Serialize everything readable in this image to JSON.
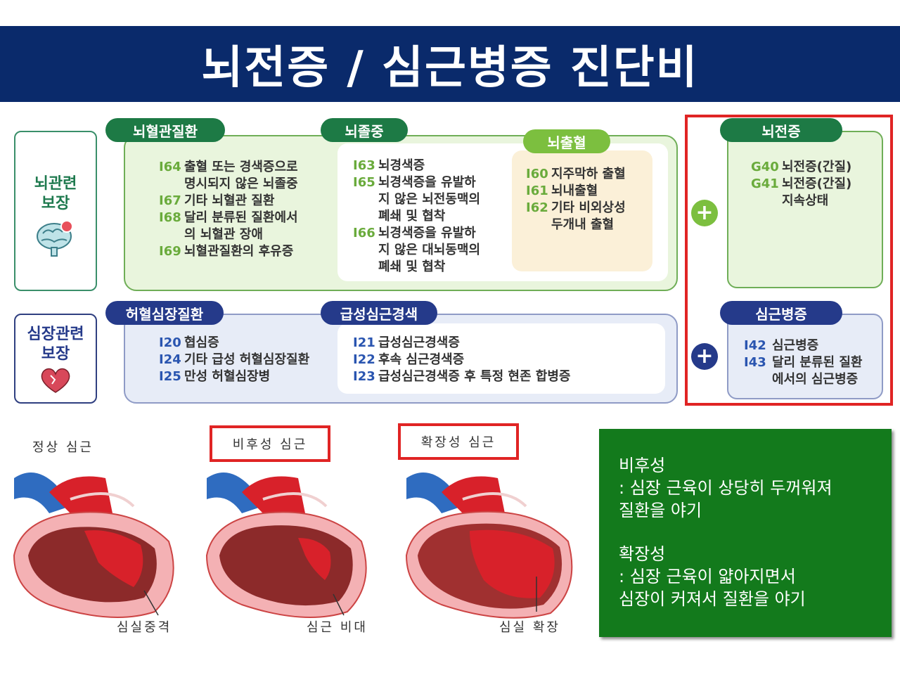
{
  "title": "뇌전증 / 심근병증 진단비",
  "brain_label": "뇌관련\n보장",
  "heart_label": "심장관련\n보장",
  "tabs": {
    "cerebrovascular": "뇌혈관질환",
    "stroke": "뇌졸중",
    "hemorrhage": "뇌출혈",
    "ischemic": "허혈심장질환",
    "acute_mi": "급성심근경색",
    "epilepsy": "뇌전증",
    "cardiomyopathy": "심근병증"
  },
  "cerebrovascular_items": [
    {
      "code": "I64",
      "text": "출혈 또는 경색증으로\n명시되지 않은 뇌졸중"
    },
    {
      "code": "I67",
      "text": "기타 뇌혈관 질환"
    },
    {
      "code": "I68",
      "text": "달리 분류된 질환에서\n의 뇌혈관 장애"
    },
    {
      "code": "I69",
      "text": "뇌혈관질환의 후유증"
    }
  ],
  "stroke_items": [
    {
      "code": "I63",
      "text": "뇌경색증"
    },
    {
      "code": "I65",
      "text": "뇌경색증을 유발하\n지 않은 뇌전동맥의\n폐쇄 및 협착"
    },
    {
      "code": "I66",
      "text": "뇌경색증을 유발하\n지 않은 대뇌동맥의\n폐쇄 및 협착"
    }
  ],
  "hemorrhage_items": [
    {
      "code": "I60",
      "text": "지주막하 출혈"
    },
    {
      "code": "I61",
      "text": "뇌내출혈"
    },
    {
      "code": "I62",
      "text": "기타 비외상성\n두개내 출혈"
    }
  ],
  "ischemic_items": [
    {
      "code": "I20",
      "text": "협심증"
    },
    {
      "code": "I24",
      "text": "기타 급성 허혈심장질환"
    },
    {
      "code": "I25",
      "text": "만성 허혈심장병"
    }
  ],
  "acute_mi_items": [
    {
      "code": "I21",
      "text": "급성심근경색증"
    },
    {
      "code": "I22",
      "text": "후속 심근경색증"
    },
    {
      "code": "I23",
      "text": "급성심근경색증 후 특정 현존 합병증"
    }
  ],
  "epilepsy_items": [
    {
      "code": "G40",
      "text": "뇌전증(간질)"
    },
    {
      "code": "G41",
      "text": "뇌전증(간질)\n지속상태"
    }
  ],
  "cardiomyopathy_items": [
    {
      "code": "I42",
      "text": "심근병증"
    },
    {
      "code": "I43",
      "text": "달리 분류된 질환\n에서의 심근병증"
    }
  ],
  "plus_symbol": "+",
  "hearts": [
    {
      "caption": "정상 심근",
      "sub": "심실중격"
    },
    {
      "caption": "비후성 심근",
      "sub": "심근 비대"
    },
    {
      "caption": "확장성 심근",
      "sub": "심실 확장"
    }
  ],
  "explain": {
    "hyper_title": "비후성",
    "hyper_desc": ": 심장 근육이 상당히 두꺼워져\n  질환을 야기",
    "dilated_title": "확장성",
    "dilated_desc": ": 심장 근육이 얇아지면서\n  심장이 커져서 질환을 야기"
  },
  "colors": {
    "banner": "#0a2a6b",
    "dark_green": "#1d7a45",
    "light_green": "#7cbf3f",
    "navy": "#253a8a",
    "highlight_red": "#e02424",
    "explain_box": "#137a1c",
    "heart_red": "#d8212a",
    "vessel_blue": "#2f6cc0"
  }
}
